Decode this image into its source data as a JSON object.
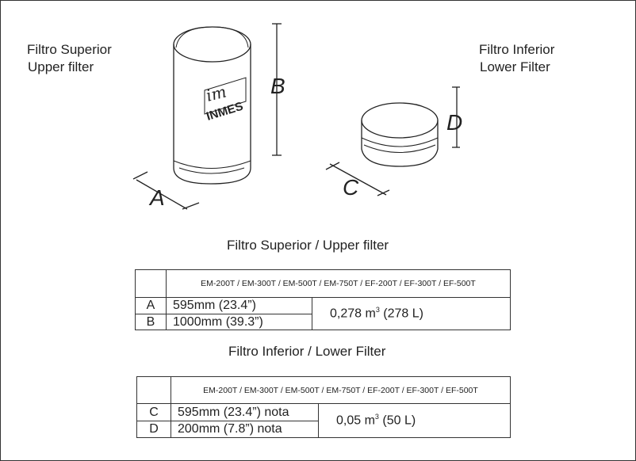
{
  "labels": {
    "upper_es": "Filtro Superior",
    "upper_en": "Upper filter",
    "lower_es": "Filtro Inferior",
    "lower_en": "Lower Filter"
  },
  "dimensions": {
    "a": "A",
    "b": "B",
    "c": "C",
    "d": "D"
  },
  "logo": {
    "text": "INMES",
    "mark": "im"
  },
  "upper_table": {
    "title": "Filtro Superior / Upper filter",
    "models": "EM-200T / EM-300T / EM-500T / EM-750T / EF-200T / EF-300T / EF-500T",
    "rows": [
      {
        "letter": "A",
        "value": "595mm (23.4”)"
      },
      {
        "letter": "B",
        "value": "1000mm (39.3”)"
      }
    ],
    "volume_pre": "0,278 m",
    "volume_exp": "3",
    "volume_post": " (278 L)"
  },
  "lower_table": {
    "title": "Filtro Inferior / Lower Filter",
    "models": "EM-200T / EM-300T / EM-500T / EM-750T / EF-200T / EF-300T / EF-500T",
    "rows": [
      {
        "letter": "C",
        "value": "595mm (23.4”) nota"
      },
      {
        "letter": "D",
        "value": "200mm (7.8”) nota"
      }
    ],
    "volume_pre": "0,05 m",
    "volume_exp": "3",
    "volume_post": " (50 L)"
  }
}
